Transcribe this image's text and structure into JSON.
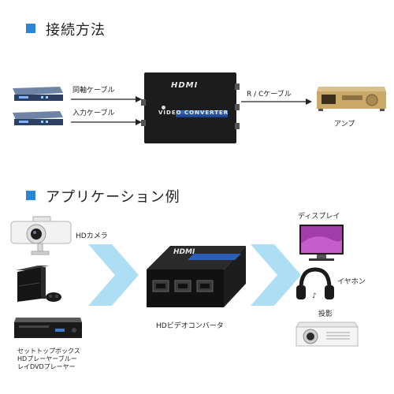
{
  "connection": {
    "title": "接続方法",
    "cable_coax": "同軸ケーブル",
    "cable_input": "入力ケーブル",
    "cable_rc": "R / Cケーブル",
    "amp": "アンプ",
    "device_logo": "HDMI",
    "device_strip": "VIDEO CONVERTER"
  },
  "application": {
    "title": "アプリケーション例",
    "hd_camera": "HDカメラ",
    "display": "ディスプレイ",
    "earphone": "イヤホン",
    "projector": "投影",
    "converter": "HDビデオコンバータ",
    "sources_text": "セットトップボックスHDプレーヤーブルーレイDVDプレーヤー"
  },
  "colors": {
    "accent": "#2b86d6",
    "arrow_blue": "#9fd8f2"
  }
}
